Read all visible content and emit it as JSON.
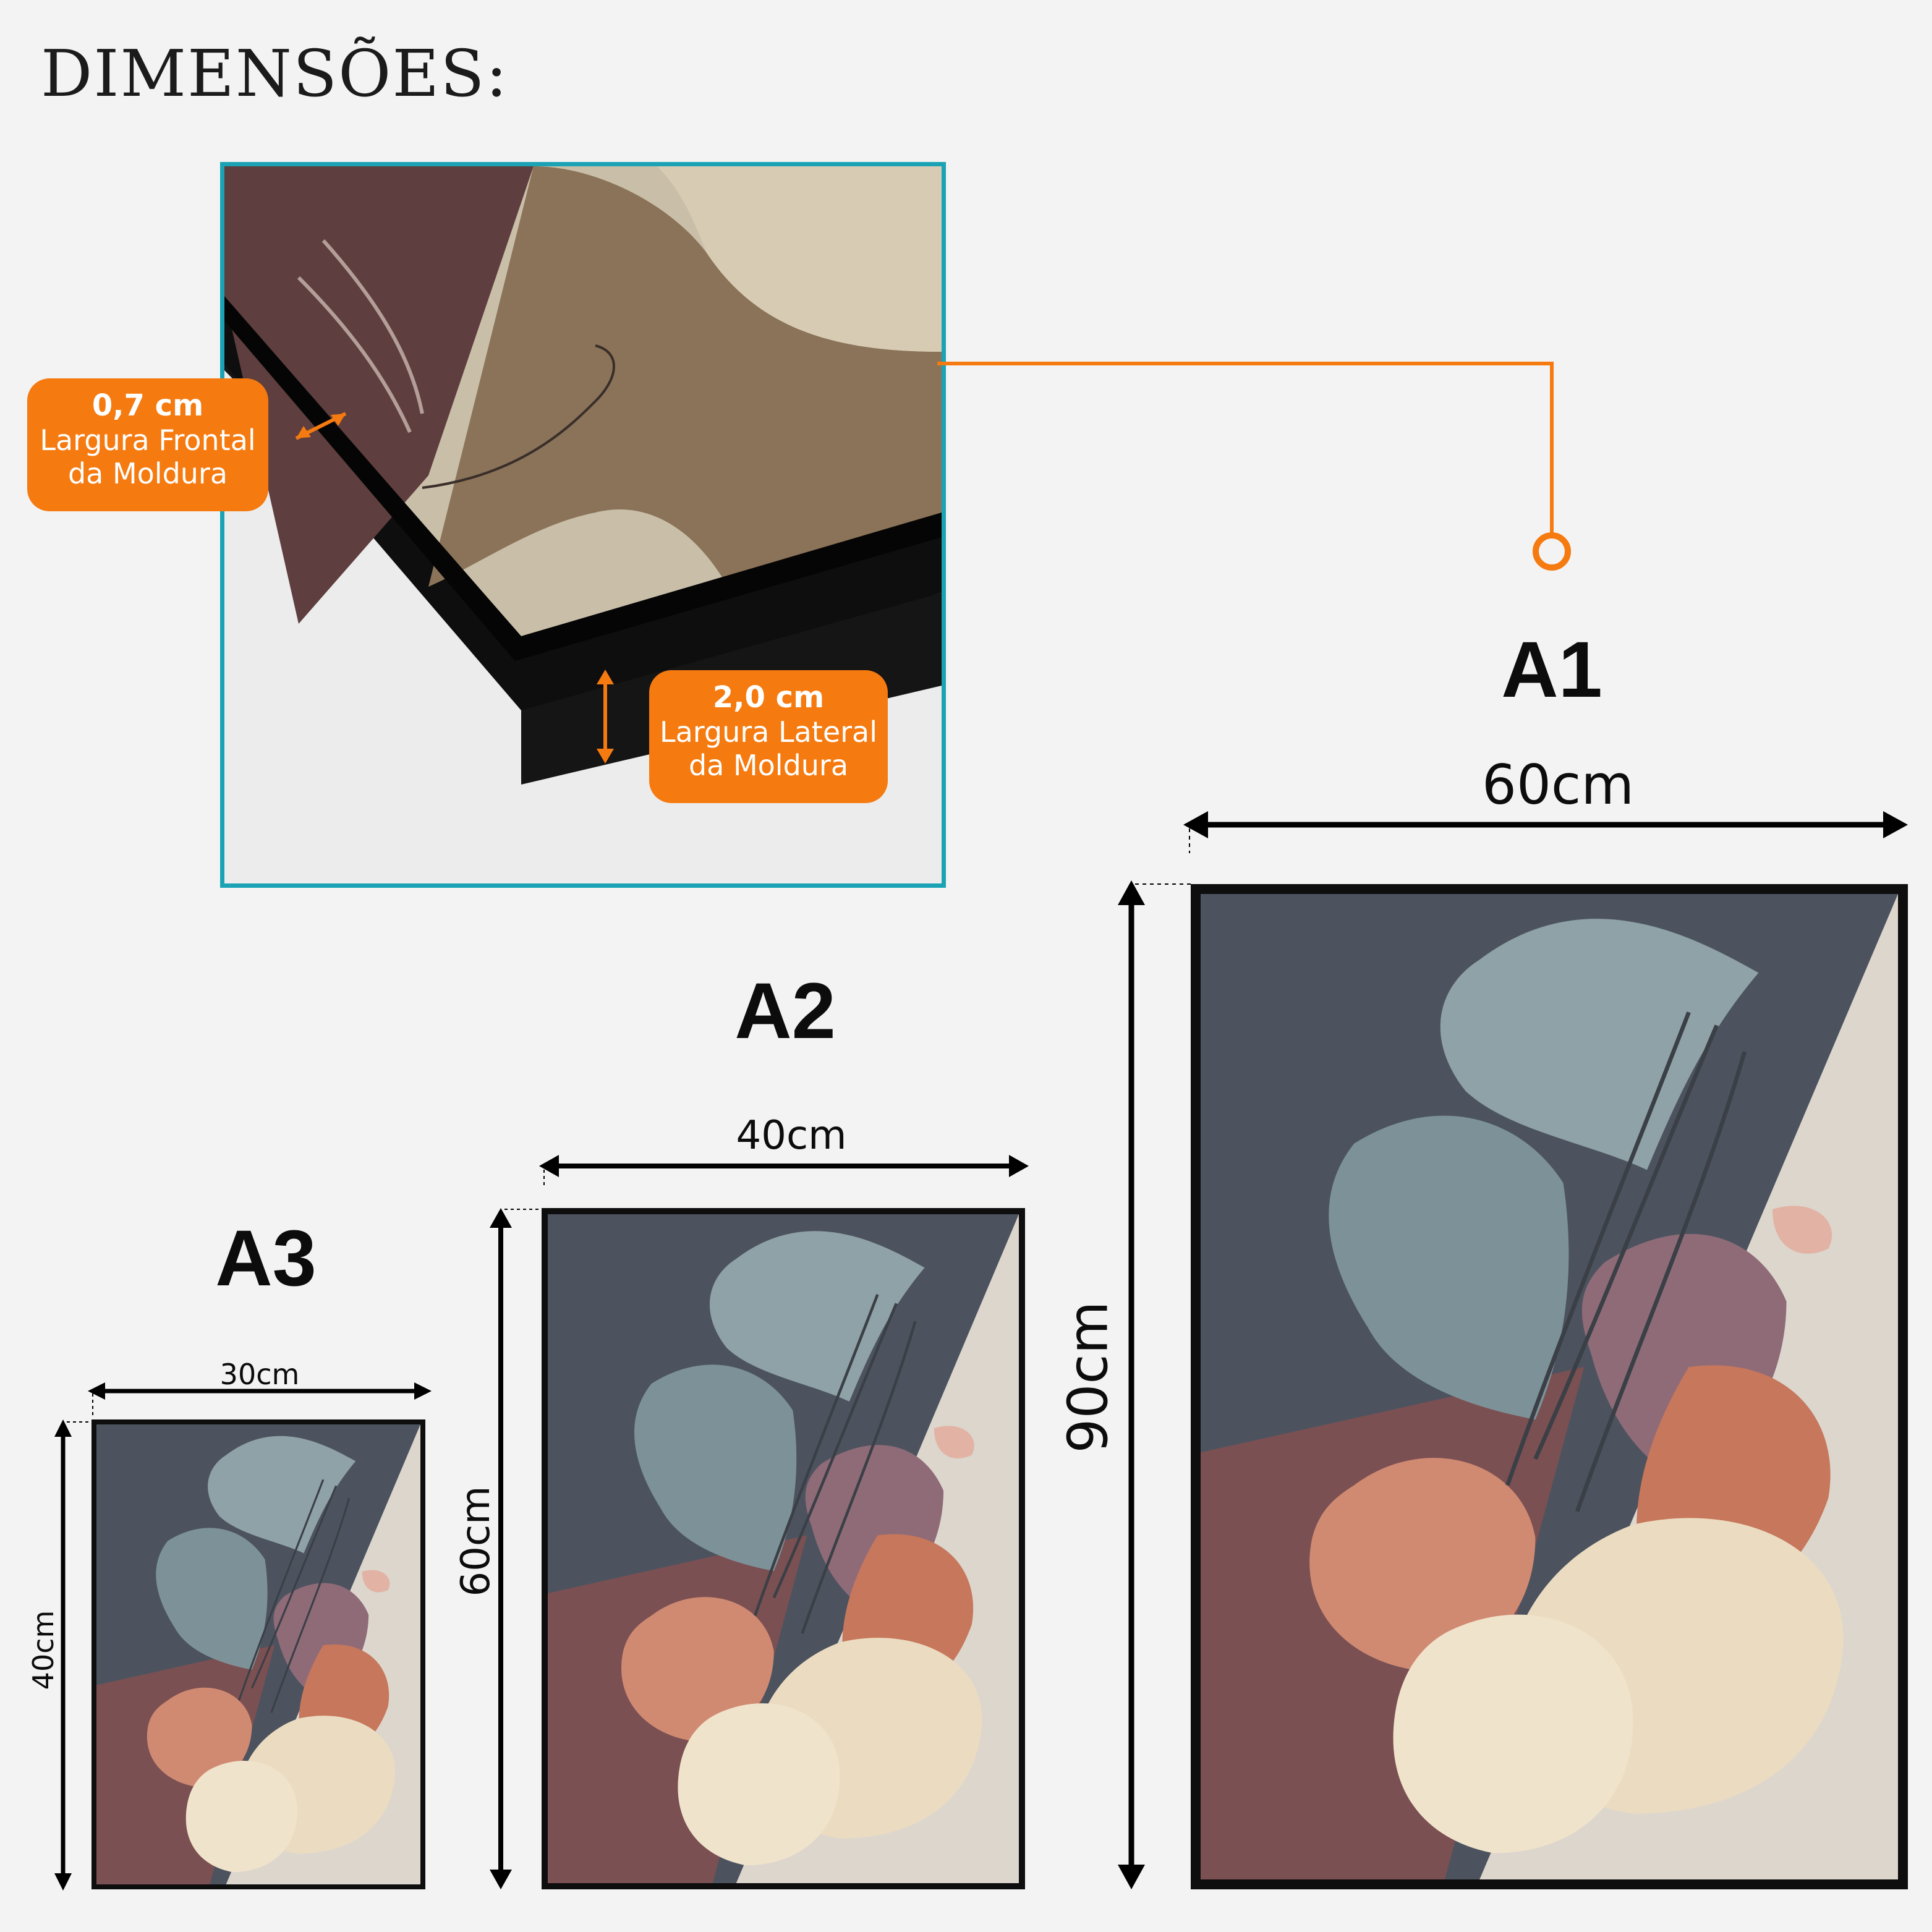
{
  "title": "DIMENSÕES:",
  "detail": {
    "front_badge": {
      "value": "0,7 cm",
      "line1": "Largura Frontal",
      "line2": "da Moldura"
    },
    "side_badge": {
      "value": "2,0 cm",
      "line1": "Largura Lateral",
      "line2": "da Moldura"
    }
  },
  "sizes": {
    "a1": {
      "name": "A1",
      "width": "60cm",
      "height": "90cm"
    },
    "a2": {
      "name": "A2",
      "width": "40cm",
      "height": "60cm"
    },
    "a3": {
      "name": "A3",
      "width": "30cm",
      "height": "40cm"
    }
  },
  "colors": {
    "accent": "#f57a10",
    "detail_border": "#1ba3b5",
    "frame": "#0e0e0e",
    "background": "#f3f3f3"
  }
}
